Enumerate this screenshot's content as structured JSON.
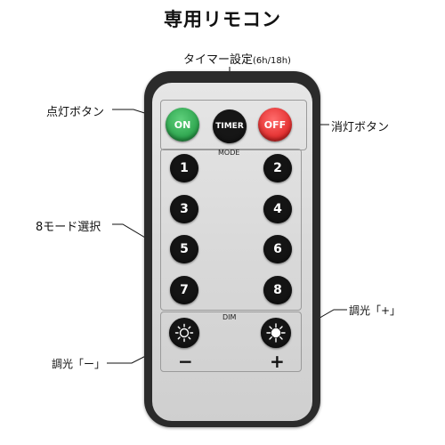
{
  "title": "専用リモコン",
  "callouts": {
    "timer": "タイマー設定",
    "timer_note": "(6h/18h)",
    "on": "点灯ボタン",
    "off": "消灯ボタン",
    "modes": "8モード選択",
    "dim_plus": "調光「+」",
    "dim_minus": "調光「ー」"
  },
  "remote": {
    "buttons": {
      "on": "ON",
      "timer": "TIMER",
      "off": "OFF"
    },
    "mode_label": "MODE",
    "numbers": [
      "1",
      "2",
      "3",
      "4",
      "5",
      "6",
      "7",
      "8"
    ],
    "dim_label": "DIM",
    "minus_sign": "−",
    "plus_sign": "+"
  },
  "colors": {
    "on": "#2aa24b",
    "off": "#e12a2a",
    "button": "#141414",
    "casing": "#2b2b2b"
  },
  "icons": {
    "dim_down": "sun-outline-icon",
    "dim_up": "sun-filled-icon"
  }
}
